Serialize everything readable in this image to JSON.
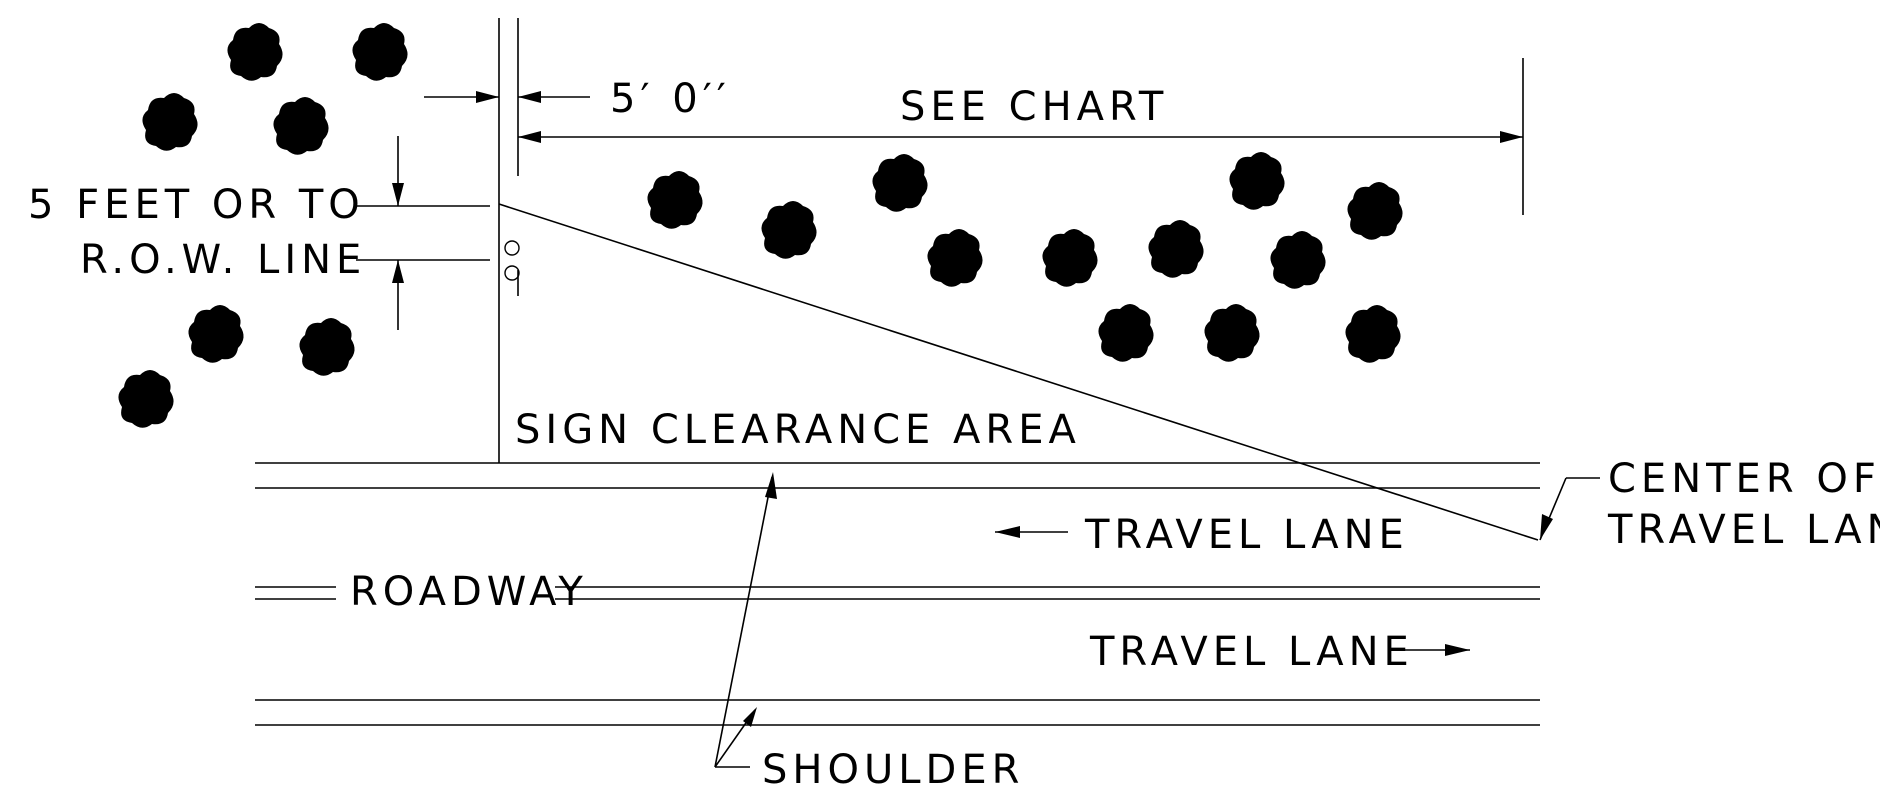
{
  "labels": {
    "offset": "5′ 0′′",
    "see_chart": "SEE CHART",
    "feet_line1": "5 FEET OR TO",
    "feet_line2": "R.O.W. LINE",
    "sign_area": "SIGN CLEARANCE AREA",
    "center_line1": "CENTER OF",
    "center_line2": "TRAVEL LANE",
    "travel_lane_top": "TRAVEL LANE",
    "travel_lane_bottom": "TRAVEL LANE",
    "roadway": "ROADWAY",
    "shoulder": "SHOULDER"
  },
  "colors": {
    "line": "#000000",
    "background": "#ffffff"
  },
  "icons": {
    "tree": "tree-symbol-icon",
    "sign_post": "sign-post-icon"
  }
}
